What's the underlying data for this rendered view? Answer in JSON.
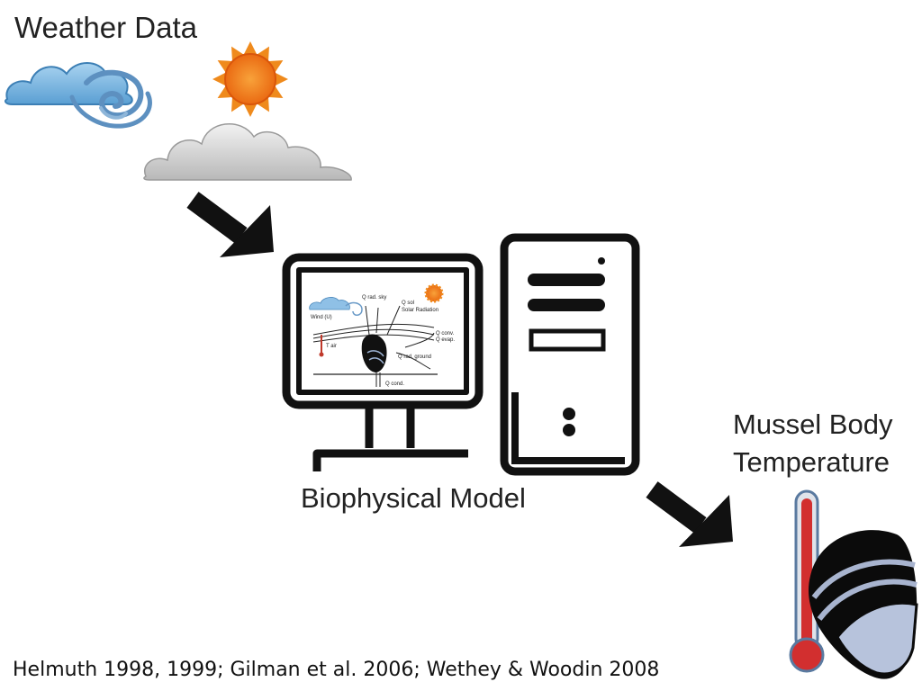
{
  "title": "Weather Data",
  "model_label": "Biophysical Model",
  "output_label_line1": "Mussel Body",
  "output_label_line2": "Temperature",
  "citation": "Helmuth 1998, 1999; Gilman et al. 2006; Wethey & Woodin 2008",
  "screen": {
    "q_rad_sky": "Q rad. sky",
    "q_sol": "Q sol",
    "solar_radiation": "Solar Radiation",
    "wind": "Wind (U)",
    "t_air": "T air",
    "q_conv": "Q conv.",
    "q_evap": "Q evap.",
    "q_rad_ground": "Q rad. ground",
    "q_cond": "Q cond."
  },
  "icons": [
    "wind-cloud-icon",
    "sun-icon",
    "cloud-icon",
    "arrow-icon",
    "computer-monitor-icon",
    "computer-tower-icon",
    "thermometer-icon",
    "mussel-icon"
  ]
}
